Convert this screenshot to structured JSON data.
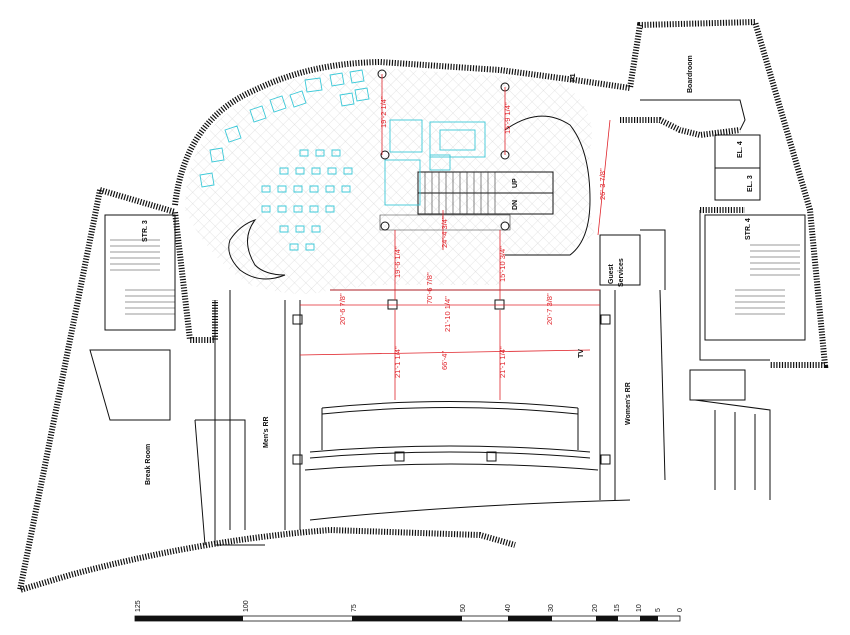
{
  "rooms": {
    "boardroom": "Boardroom",
    "p1": "P1",
    "el4": "EL. 4",
    "el3": "EL. 3",
    "str3": "STR. 3",
    "str4": "STR. 4",
    "guest_services": [
      "Guest",
      "Services"
    ],
    "mens_rr": "Men's RR",
    "womens_rr": "Women's RR",
    "break_room": "Break Room",
    "tv": "TV",
    "esc_up": "UP",
    "esc_dn": "DN"
  },
  "dimensions": {
    "d1": "19'-2 1/4\"",
    "d2": "15'-9 1/4\"",
    "d3": "26'-3 7/8\"",
    "d4": "24'-4 3/4\"",
    "d5": "19'-6 1/4\"",
    "d6": "15'-10 3/4\"",
    "d7": "70'-6 7/8\"",
    "d8": "20'-6 7/8\"",
    "d9": "21'-10 1/4\"",
    "d10": "20'-7 3/8\"",
    "d11": "21'-1 1/4\"",
    "d12": "66'-4\"",
    "d13": "21'-1 1/4\""
  },
  "scale": {
    "labels": [
      "125",
      "100",
      "75",
      "50",
      "40",
      "30",
      "20",
      "15",
      "10",
      "5",
      "0"
    ]
  }
}
